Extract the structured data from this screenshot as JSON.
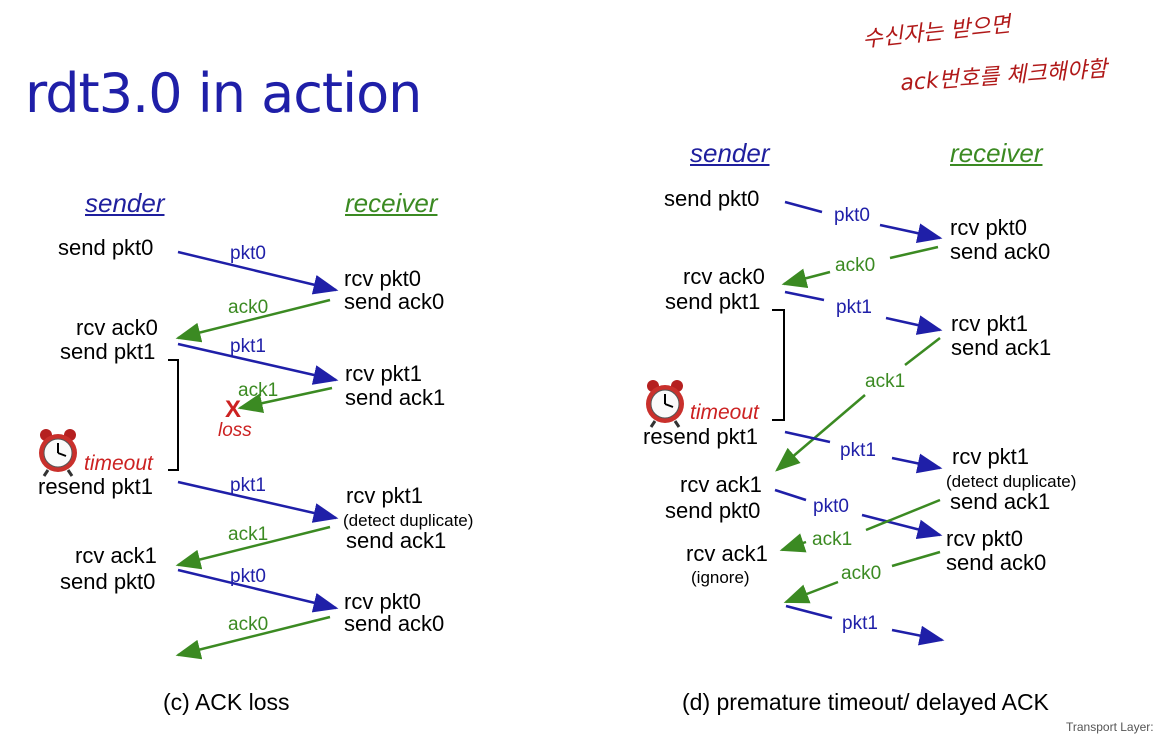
{
  "title": "rdt3.0 in action",
  "handwritten_note": [
    "수신자는 받으면",
    "ack번호를 체크해야함"
  ],
  "footer": "Transport Layer:",
  "colors": {
    "sender_blue": "#1f1fa8",
    "receiver_green": "#3b8a22",
    "timeout_red": "#cc2222"
  },
  "icons": [
    "alarm-clock-icon",
    "x-loss-icon"
  ],
  "panel_c": {
    "sender_label": "sender",
    "receiver_label": "receiver",
    "caption": "(c) ACK loss",
    "sender_events": [
      "send pkt0",
      "rcv ack0",
      "send pkt1",
      "resend pkt1",
      "rcv ack1",
      "send pkt0"
    ],
    "receiver_events": [
      "rcv pkt0",
      "send ack0",
      "rcv pkt1",
      "send ack1",
      "rcv pkt1",
      "(detect duplicate)",
      "send ack1",
      "rcv pkt0",
      "send ack0"
    ],
    "messages": [
      "pkt0",
      "ack0",
      "pkt1",
      "ack1",
      "pkt1",
      "ack1",
      "pkt0",
      "ack0"
    ],
    "timeout": "timeout",
    "loss": "loss",
    "loss_mark": "X"
  },
  "panel_d": {
    "sender_label": "sender",
    "receiver_label": "receiver",
    "caption": "(d) premature timeout/ delayed ACK",
    "sender_events": [
      "send pkt0",
      "rcv ack0",
      "send pkt1",
      "resend pkt1",
      "rcv ack1",
      "send pkt0",
      "rcv ack1",
      "(ignore)"
    ],
    "receiver_events": [
      "rcv pkt0",
      "send ack0",
      "rcv pkt1",
      "send ack1",
      "rcv pkt1",
      "(detect duplicate)",
      "send ack1",
      "rcv pkt0",
      "send ack0"
    ],
    "messages": [
      "pkt0",
      "ack0",
      "pkt1",
      "ack1",
      "pkt1",
      "pkt0",
      "ack1",
      "ack0",
      "pkt1"
    ],
    "timeout": "timeout"
  }
}
